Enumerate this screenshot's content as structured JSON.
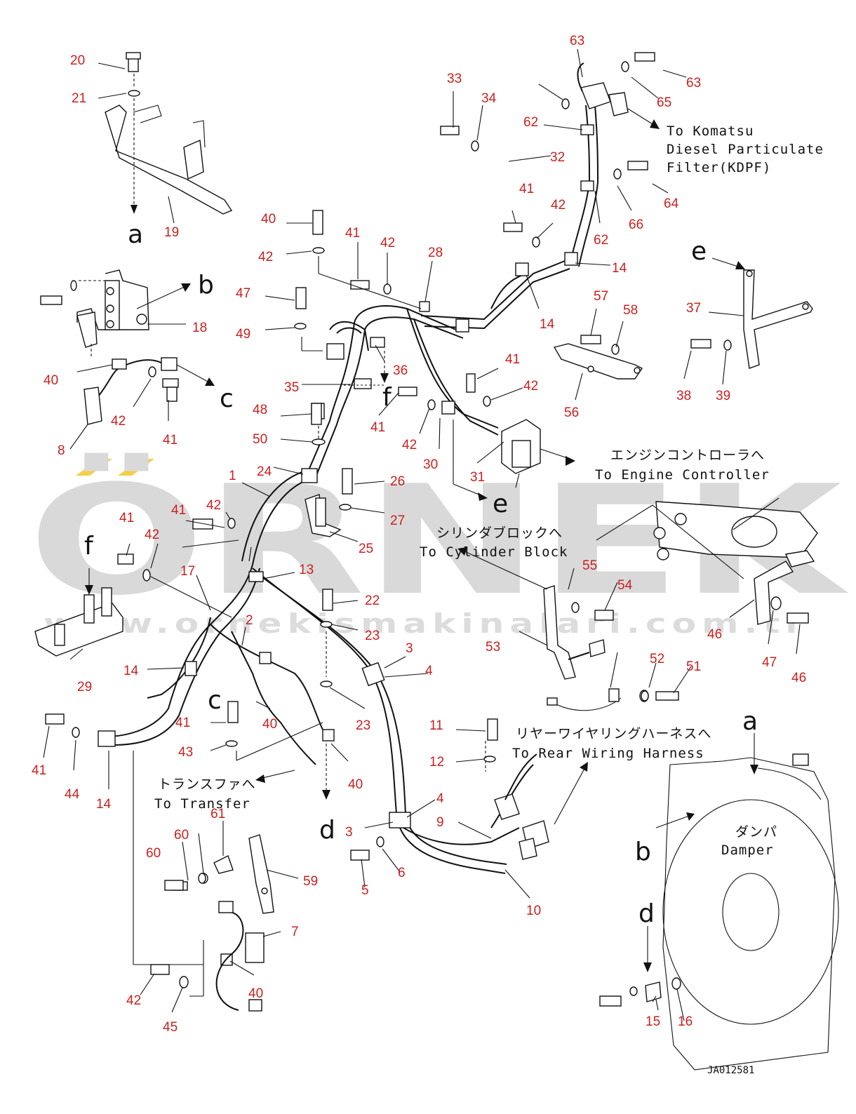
{
  "watermark": {
    "brand": "ÖRNEK",
    "url": "www.ornekismakinalari.com.tr",
    "accent": "#f3cf4a",
    "text_color": "#d9d9d9"
  },
  "drawing_code": "JA012581",
  "part_numbers": [
    "1",
    "2",
    "3",
    "3",
    "4",
    "4",
    "5",
    "6",
    "7",
    "8",
    "9",
    "10",
    "11",
    "12",
    "13",
    "14",
    "14",
    "14",
    "14",
    "15",
    "16",
    "17",
    "18",
    "19",
    "20",
    "21",
    "22",
    "23",
    "23",
    "24",
    "25",
    "26",
    "27",
    "28",
    "29",
    "30",
    "31",
    "32",
    "33",
    "34",
    "35",
    "36",
    "37",
    "38",
    "39",
    "40",
    "40",
    "40",
    "40",
    "40",
    "41",
    "41",
    "41",
    "41",
    "41",
    "41",
    "41",
    "41",
    "41",
    "42",
    "42",
    "42",
    "42",
    "42",
    "42",
    "42",
    "42",
    "42",
    "43",
    "44",
    "45",
    "46",
    "46",
    "47",
    "47",
    "48",
    "49",
    "50",
    "51",
    "52",
    "53",
    "54",
    "55",
    "56",
    "57",
    "58",
    "59",
    "60",
    "60",
    "61",
    "62",
    "62",
    "63",
    "63",
    "64",
    "65",
    "66"
  ],
  "reference_letters": [
    "a",
    "a",
    "b",
    "b",
    "c",
    "c",
    "d",
    "d",
    "e",
    "e",
    "f",
    "f"
  ],
  "annotations": {
    "kdpf_line1": "To Komatsu",
    "kdpf_line2": "Diesel Particulate",
    "kdpf_line3": "Filter(KDPF)",
    "engine_ctrl_jp": "エンジンコントローラへ",
    "engine_ctrl_en": "To Engine Controller",
    "cyl_block_jp": "シリンダブロックへ",
    "cyl_block_en": "To Cylinder Block",
    "rear_harness_jp": "リヤーワイヤリングハーネスへ",
    "rear_harness_en": "To Rear Wiring Harness",
    "transfer_jp": "トランスファへ",
    "transfer_en": "To Transfer",
    "damper_jp": "ダンパ",
    "damper_en": "Damper"
  },
  "colors": {
    "part_number": "#cc1f1f",
    "line": "#111111",
    "background": "#ffffff"
  }
}
